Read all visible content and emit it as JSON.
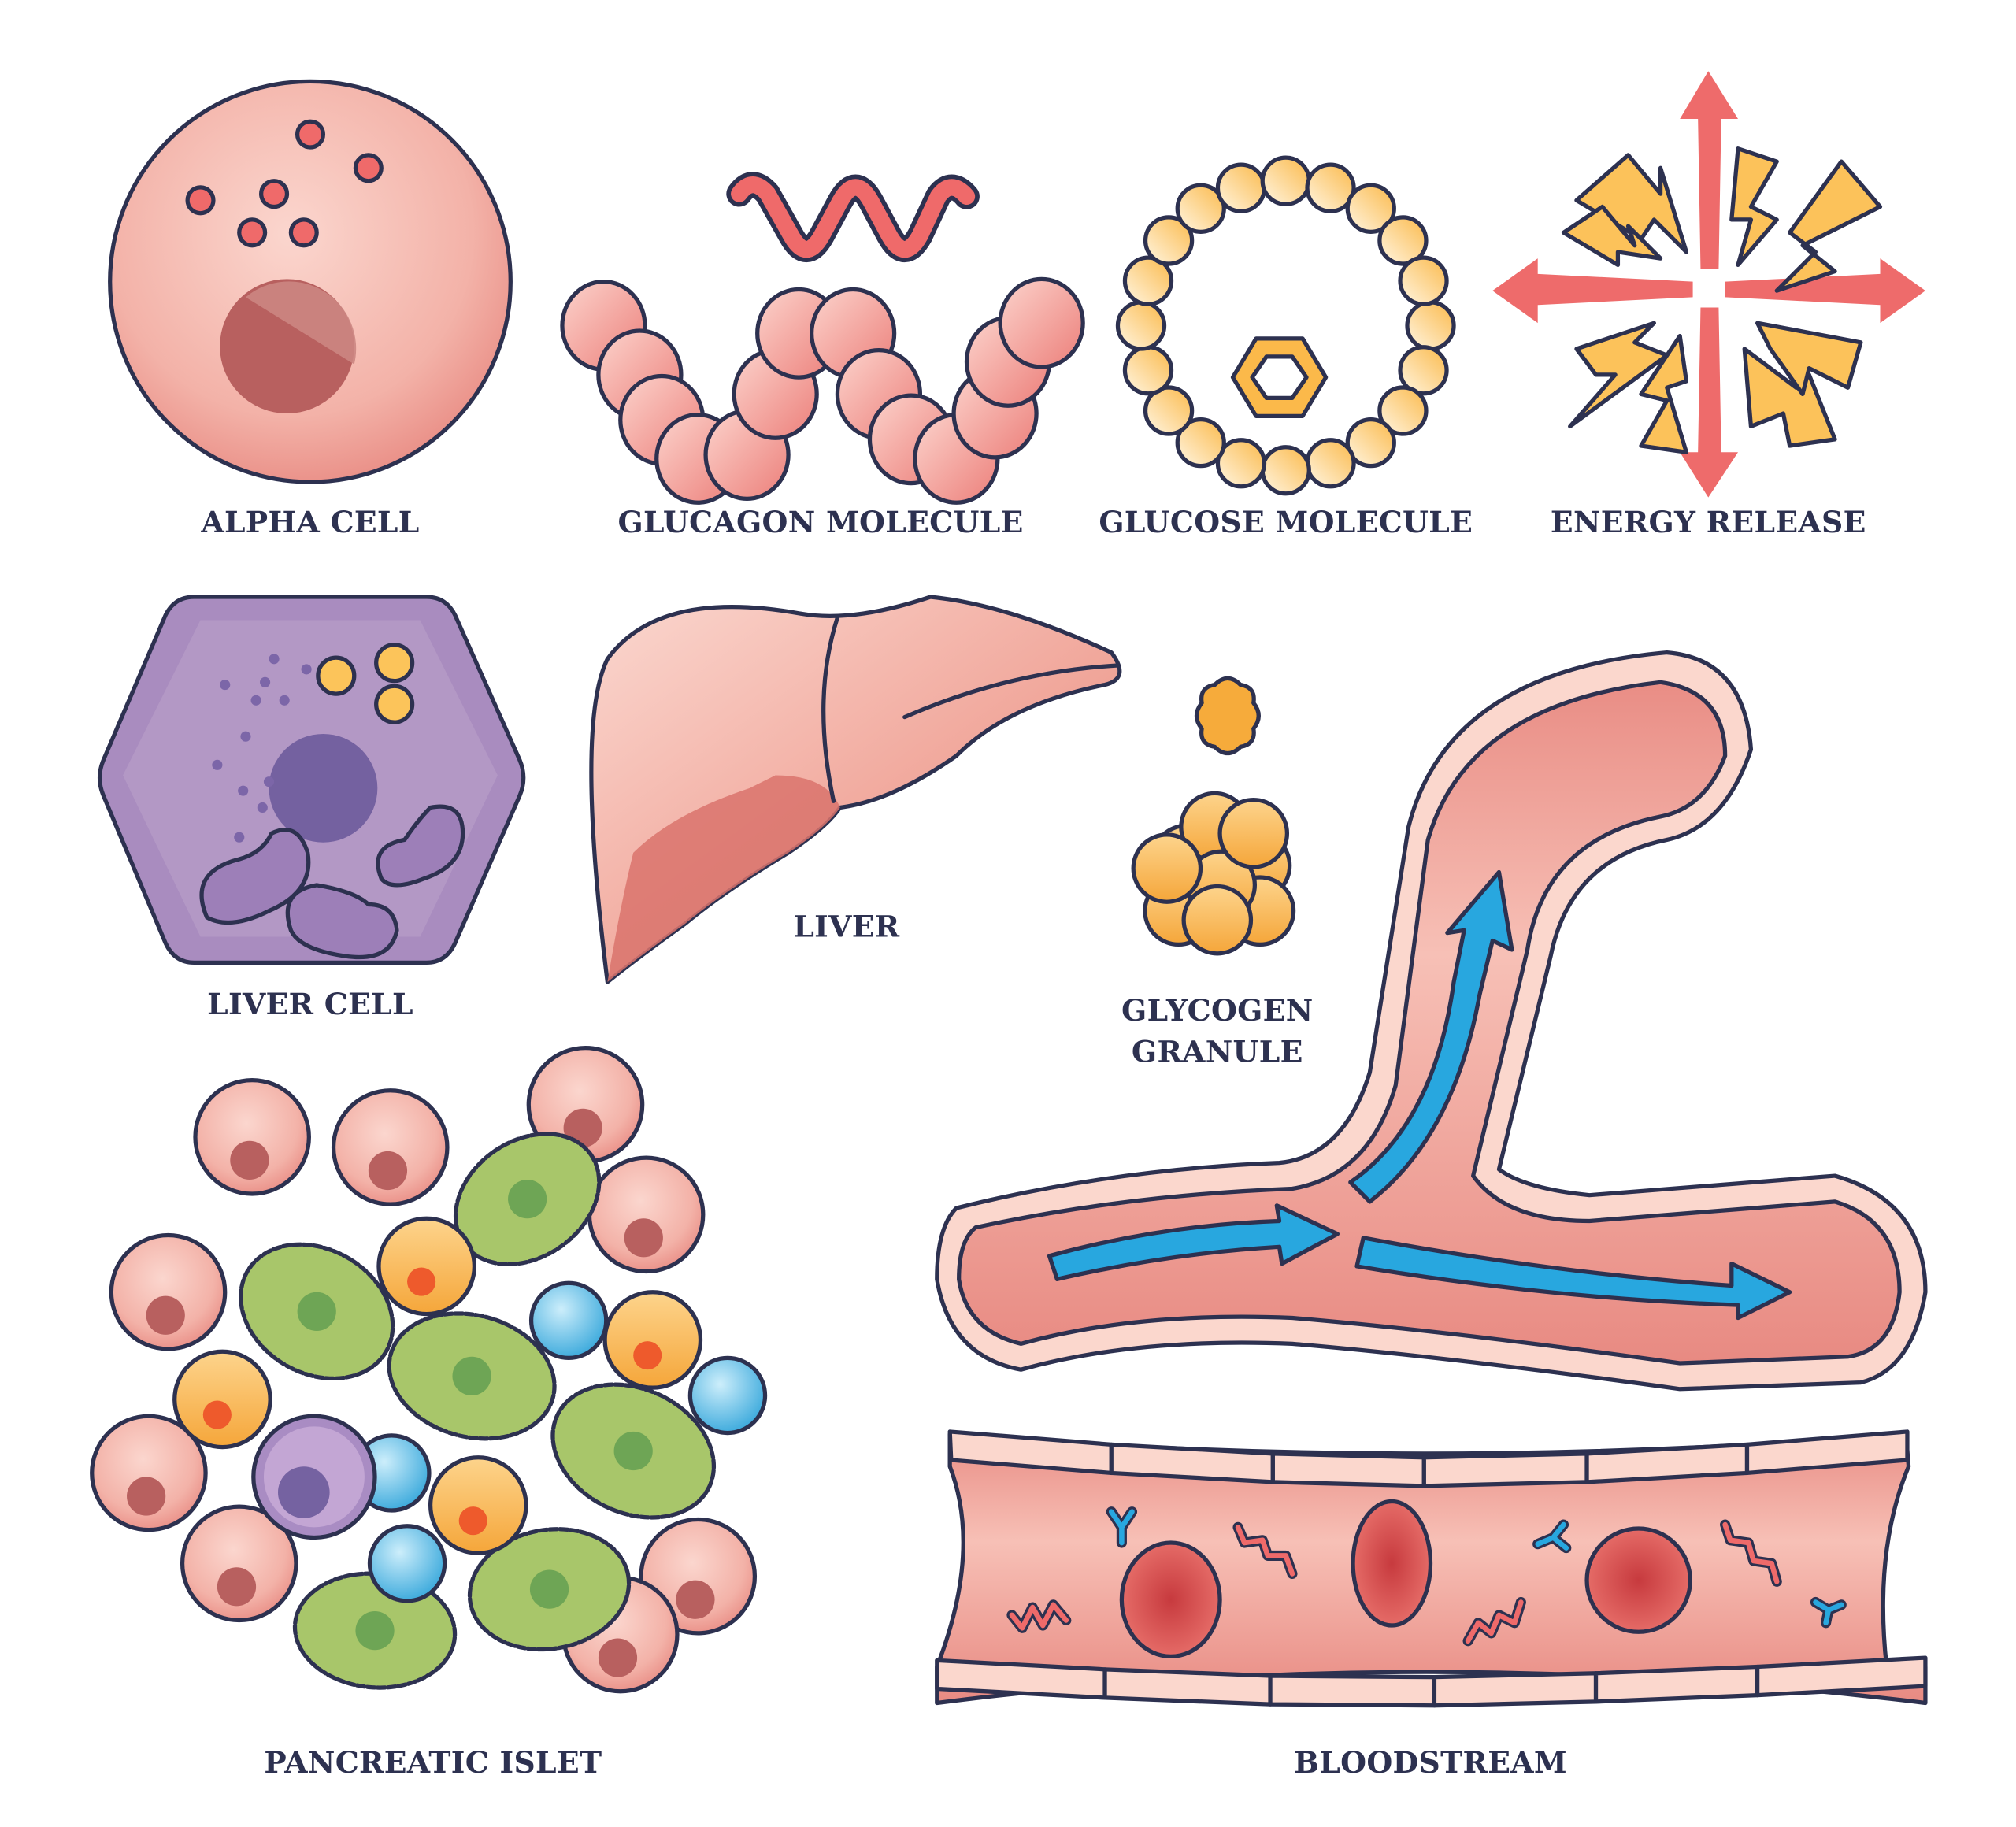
{
  "title": "Glucagon role in glucose regulation — illustrated elements",
  "labels": {
    "alpha_cell": "ALPHA CELL",
    "glucagon_molecule": "GLUCAGON MOLECULE",
    "glucose_molecule": "GLUCOSE MOLECULE",
    "energy_release": "ENERGY RELEASE",
    "liver_cell": "LIVER CELL",
    "liver": "LIVER",
    "glycogen_granule_line1": "GLYCOGEN",
    "glycogen_granule_line2": "GRANULE",
    "pancreatic_islet": "PANCREATIC ISLET",
    "bloodstream": "BLOODSTREAM"
  },
  "colors": {
    "outline": "#2d3150",
    "cell_pink": "#f1a79d",
    "cell_pink_light": "#fad3cb",
    "nucleus_red": "#b96160",
    "granule_red": "#ef6a6a",
    "glucose_yellow": "#fcc45a",
    "liver_purple": "#b396c4",
    "liver_purple_dark": "#7562a1",
    "islet_green": "#a8c66a",
    "islet_green_nucleus": "#6ea555",
    "islet_orange": "#f6a733",
    "islet_blue": "#39a9dc",
    "flow_arrow_blue": "#28a7df",
    "vessel_pink": "#e9938a",
    "vessel_wall": "#fbd7cd",
    "energy_arrow": "#ee6b6b",
    "energy_bolt": "#fcc25a"
  }
}
